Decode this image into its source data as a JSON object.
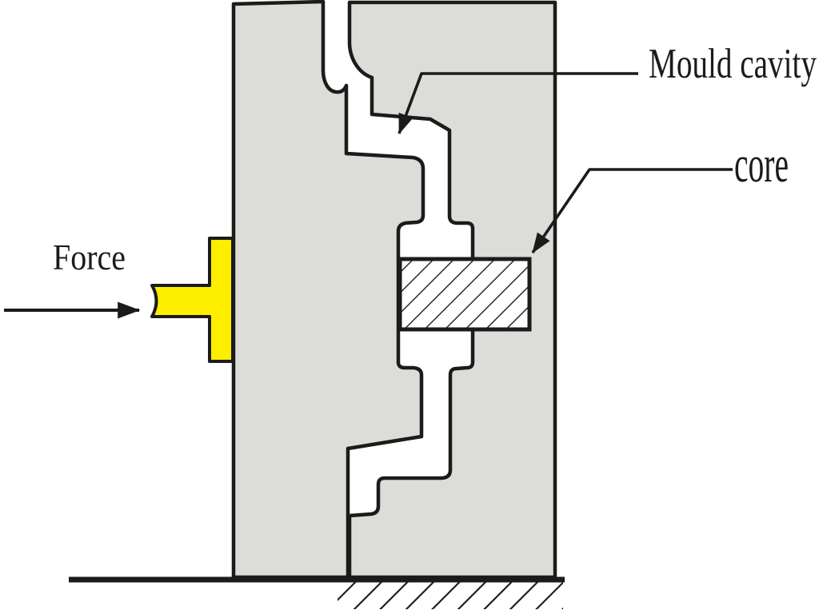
{
  "diagram": {
    "labels": {
      "force": "Force",
      "mould_cavity": "Mould cavity",
      "core": "core"
    },
    "colors": {
      "mould_body": "#dcdcd9",
      "plunger_yellow": "#fdee00",
      "outline_black": "#1b1b1b",
      "cavity_white": "#ffffff",
      "background": "#ffffff"
    }
  }
}
